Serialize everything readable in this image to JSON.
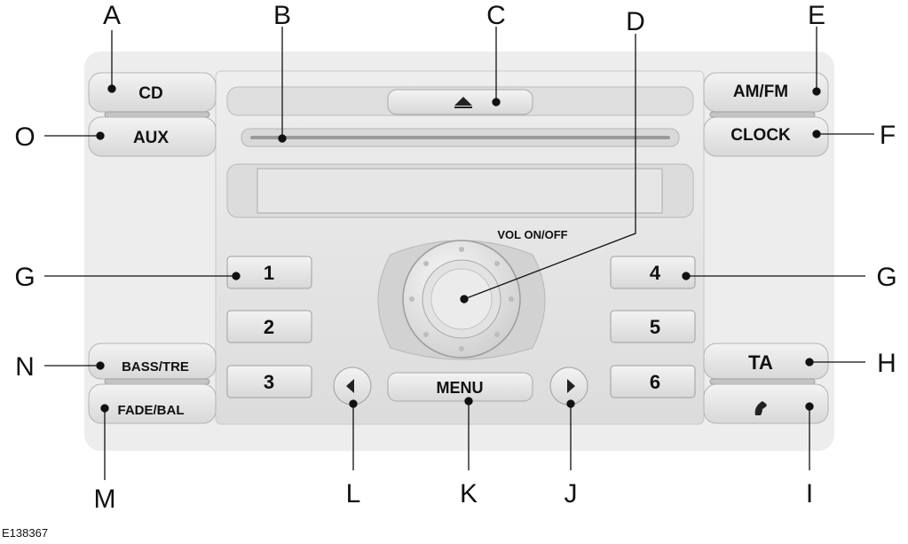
{
  "buttons": {
    "cd": "CD",
    "aux": "AUX",
    "am_fm": "AM/FM",
    "clock": "CLOCK",
    "preset_1": "1",
    "preset_2": "2",
    "preset_3": "3",
    "preset_4": "4",
    "preset_5": "5",
    "preset_6": "6",
    "bass_tre": "BASS/TRE",
    "fade_bal": "FADE/BAL",
    "ta": "TA",
    "menu": "MENU",
    "vol_on_off": "VOL ON/OFF"
  },
  "callouts": {
    "A": "A",
    "B": "B",
    "C": "C",
    "D": "D",
    "E": "E",
    "F": "F",
    "G_left": "G",
    "G_right": "G",
    "H": "H",
    "I": "I",
    "J": "J",
    "K": "K",
    "L": "L",
    "M": "M",
    "N": "N",
    "O": "O"
  },
  "reference_code": "E138367",
  "icons": {
    "eject": "eject-icon",
    "seek_left": "seek-left-icon",
    "seek_right": "seek-right-icon",
    "phone": "phone-icon"
  },
  "colors": {
    "panel": "#e4e4e4",
    "button": "#e9e9e9",
    "callout_line": "#111111"
  }
}
